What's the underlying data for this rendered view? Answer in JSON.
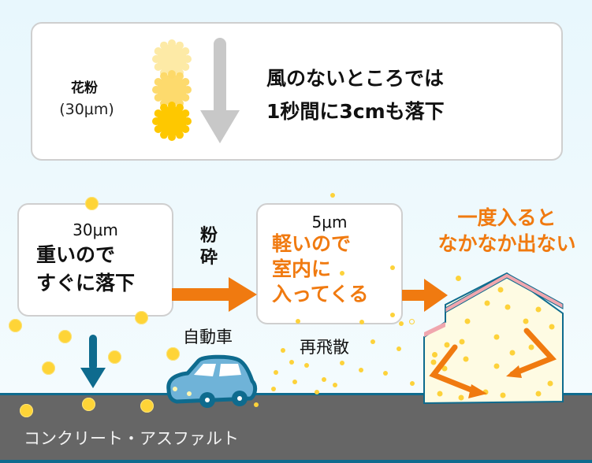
{
  "top_panel": {
    "pollen_label": "花粉",
    "pollen_size": "(30μm)",
    "message_line1": "風のないところでは",
    "message_line2": "1秒間に3cmも落下",
    "pollen_colors": [
      "#fdeaa6",
      "#fdd966",
      "#fec800"
    ],
    "arrow_color": "#c8c8c8"
  },
  "left_card": {
    "size": "30μm",
    "line1": "重いので",
    "line2": "すぐに落下"
  },
  "process_label": {
    "char1": "粉",
    "char2": "砕"
  },
  "middle_card": {
    "size": "5μm",
    "line1": "軽いので",
    "line2": "室内に",
    "line3": "入ってくる"
  },
  "house_message": {
    "line1": "一度入ると",
    "line2": "なかなか出ない"
  },
  "labels": {
    "car": "自動車",
    "rescatter": "再飛散",
    "ground": "コンクリート・アスファルト"
  },
  "colors": {
    "accent_orange": "#f07a10",
    "ground": "#666666",
    "ground_edge": "#0e6b8e",
    "fall_arrow": "#0e6b8e",
    "car_body": "#6fb3d8",
    "house_fill": "#fefbe3",
    "roof": "#f0a6ae",
    "pollen_dot": "#fdd23a"
  }
}
